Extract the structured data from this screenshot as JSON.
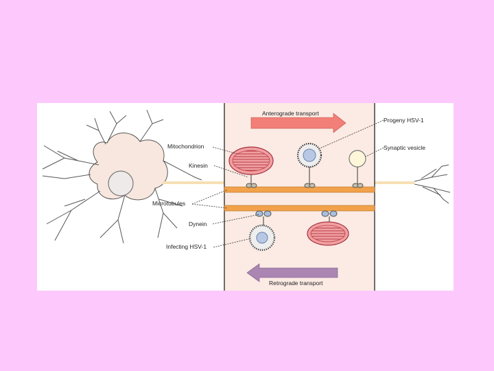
{
  "diagram": {
    "anterograde_label": "Anterograde transport",
    "retrograde_label": "Retrograde transport",
    "labels": {
      "mitochondrion": "Mitochondrion",
      "kinesin": "Kinesin",
      "microtubules": "Microtubules",
      "dynein": "Dynein",
      "infecting": "Infecting HSV-1",
      "progeny": "Progeny HSV-1",
      "synaptic": "Synaptic vesicle"
    },
    "colors": {
      "background": "#fdc9fd",
      "panel": "#fbebe4",
      "microtubule": "#f2a24a",
      "anterograde_arrow": "#f27f78",
      "retrograde_arrow": "#ab86b2",
      "mitochondrion": "#e57a7a",
      "motor_protein": "#a8bedc"
    }
  }
}
